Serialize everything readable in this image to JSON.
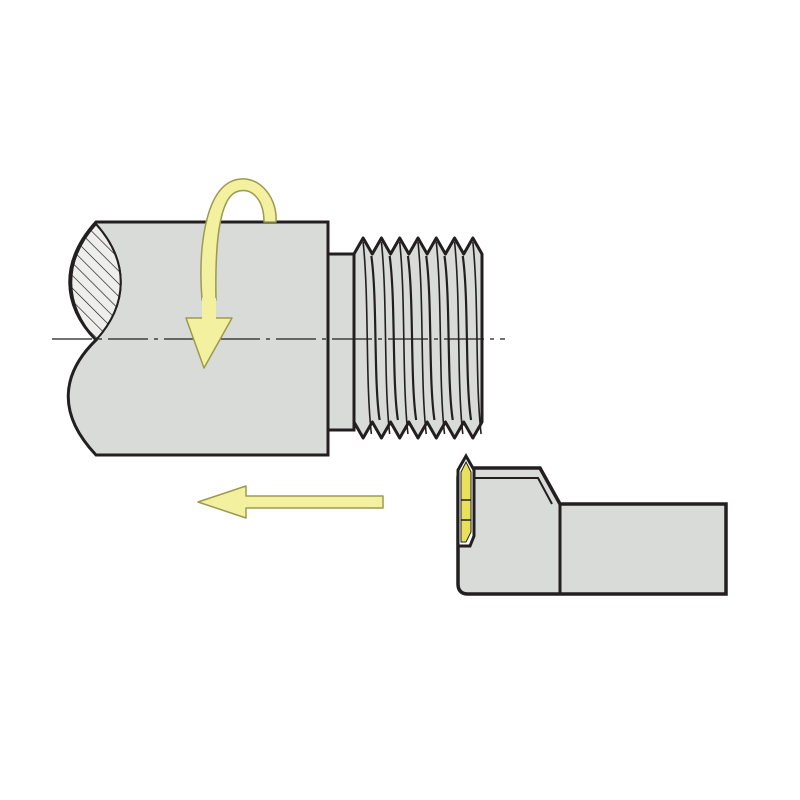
{
  "colors": {
    "background": "#ffffff",
    "metal": "#d9dbd8",
    "outline": "#231f20",
    "arrow_fill": "#f3f0a0",
    "arrow_stroke": "#9c9a4e",
    "insert": "#e9e15a"
  },
  "workpiece": {
    "section_hatch": "section-hatch",
    "thread_crests": 7
  },
  "motion": {
    "rotation_icon": "rotation-arrow-icon",
    "feed_icon": "feed-arrow-icon"
  },
  "tool": {
    "holder": "threading-tool-holder",
    "insert": "threading-insert"
  }
}
